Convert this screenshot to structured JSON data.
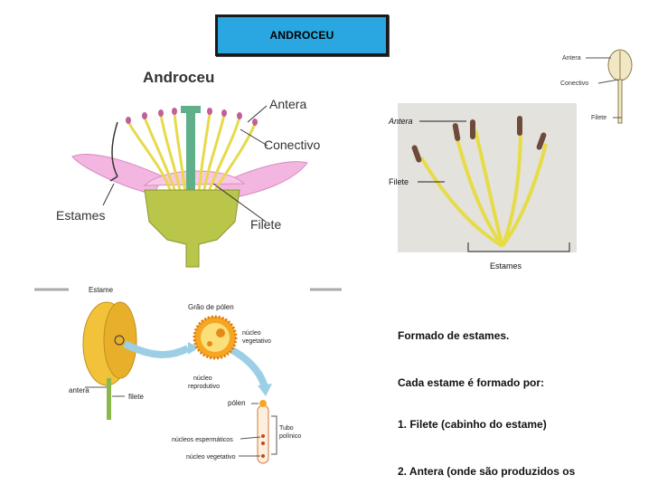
{
  "slide": {
    "title_box": "ANDROCEU"
  },
  "figure_flower": {
    "heading": "Androceu",
    "labels": {
      "antera": "Antera",
      "conectivo": "Conectivo",
      "estames": "Estames",
      "filete": "Filete"
    }
  },
  "figure_photo": {
    "labels": {
      "antera": "Antera",
      "filete": "Filete",
      "estames": "Estames"
    }
  },
  "figure_small": {
    "labels": {
      "antera": "Antera",
      "conectivo": "Conectivo",
      "filete": "Filete"
    }
  },
  "figure_pollen": {
    "labels": {
      "estame": "Estame",
      "antera": "antera",
      "filete": "filete",
      "grao": "Grão de pólen",
      "nucleo_vegetativo": "núcleo vegetativo",
      "nucleo_reprodutivo": "núcleo reprodutivo",
      "polen": "pólen",
      "tubo": "Tubo polínico",
      "nucleos_espermaticos": "núcleos espermáticos",
      "nucleo_vegetativo2": "núcleo vegetativo"
    }
  },
  "text_panel": {
    "line1": "Formado  de estames.",
    "line2": "Cada estame é formado por:",
    "line3": "1. Filete (cabinho do estame)",
    "line4": "2. Antera (onde são produzidos os"
  },
  "colors": {
    "title_fill": "#2aa7e0",
    "petal": "#f3b6e0",
    "filament": "#e8d94a",
    "anther": "#c0609a",
    "receptacle": "#b9c64a",
    "pistil": "#5fb08a"
  }
}
